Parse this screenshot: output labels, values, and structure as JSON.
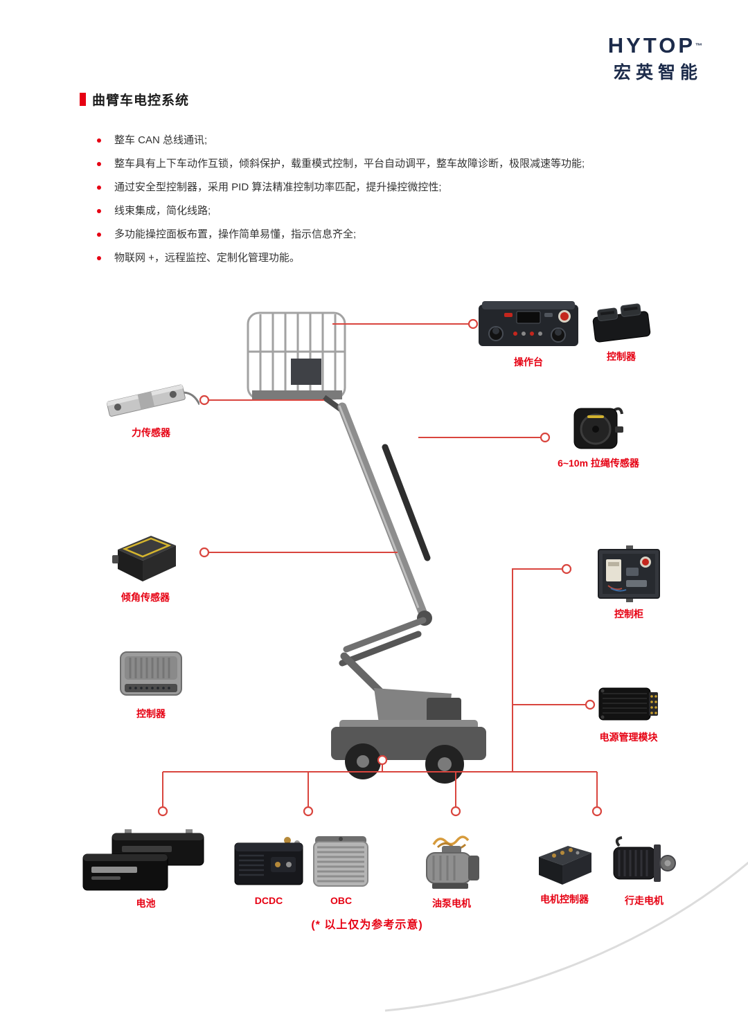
{
  "logo": {
    "brand": "HYTOP",
    "trademark": "™",
    "subtitle": "宏英智能"
  },
  "page": {
    "title": "曲臂车电控系统",
    "footnote": "(* 以上仅为参考示意)"
  },
  "features": [
    "整车 CAN 总线通讯;",
    "整车具有上下车动作互锁，倾斜保护，载重模式控制，平台自动调平，整车故障诊断，极限减速等功能;",
    "通过安全型控制器，采用 PID 算法精准控制功率匹配，提升操控微控性;",
    "线束集成，简化线路;",
    "多功能操控面板布置，操作简单易懂，指示信息齐全;",
    "物联网 +，远程监控、定制化管理功能。"
  ],
  "components": {
    "console": "操作台",
    "controller_top": "控制器",
    "force_sensor": "力传感器",
    "rope_sensor": "6~10m 拉绳传感器",
    "tilt_sensor": "倾角传感器",
    "control_cabinet": "控制柜",
    "controller_ecu": "控制器",
    "power_module": "电源管理模块",
    "battery": "电池",
    "dcdc": "DCDC",
    "obc": "OBC",
    "pump_motor": "油泵电机",
    "motor_controller": "电机控制器",
    "travel_motor": "行走电机"
  },
  "colors": {
    "accent_red": "#e60012",
    "connector_red": "#d9453e",
    "brand_navy": "#1c2b4a"
  }
}
